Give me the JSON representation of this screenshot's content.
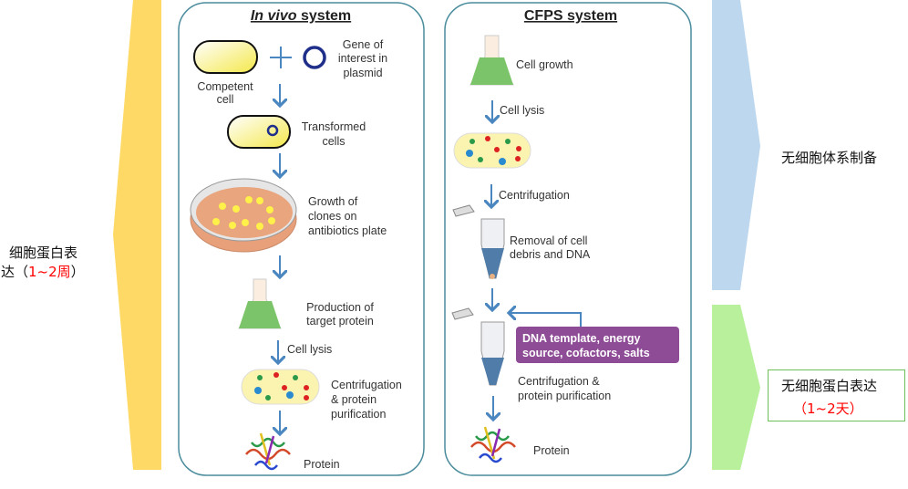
{
  "left_label": {
    "line1": "细胞蛋白表",
    "line2_prefix": "达（",
    "line2_red": "1~2周",
    "line2_suffix": "）"
  },
  "in_vivo": {
    "title_italic": "In vivo",
    "title_rest": " system",
    "competent_cell": [
      "Competent",
      "cell"
    ],
    "plus": "+",
    "gene": [
      "Gene of",
      "interest in",
      "plasmid"
    ],
    "transformed": [
      "Transformed",
      "cells"
    ],
    "growth": [
      "Growth of",
      "clones on",
      "antibiotics plate"
    ],
    "production": [
      "Production of",
      "target protein"
    ],
    "cell_lysis": "Cell lysis",
    "centrifugation": [
      "Centrifugation",
      "& protein",
      "purification"
    ],
    "protein": "Protein"
  },
  "cfps": {
    "title": "CFPS system",
    "cell_growth": "Cell growth",
    "cell_lysis": "Cell lysis",
    "centrifugation": "Centrifugation",
    "removal": [
      "Removal of cell",
      "debris and DNA"
    ],
    "additives": [
      "DNA template, energy",
      "source, cofactors, salts"
    ],
    "purification": [
      "Centrifugation &",
      "protein purification"
    ],
    "protein": "Protein"
  },
  "right": {
    "prep_label": "无细胞体系制备",
    "expr_label": "无细胞蛋白表达",
    "expr_time": "（1~2天）"
  },
  "colors": {
    "yellow_arrow": "#ffd966",
    "blue_arrow": "#bdd7ee",
    "green_arrow": "#b8f09c",
    "box_border": "#4a8c9c",
    "flow_arrow": "#4a86c0",
    "purple": "#8e4c96",
    "highlight_red": "#ff0000"
  }
}
